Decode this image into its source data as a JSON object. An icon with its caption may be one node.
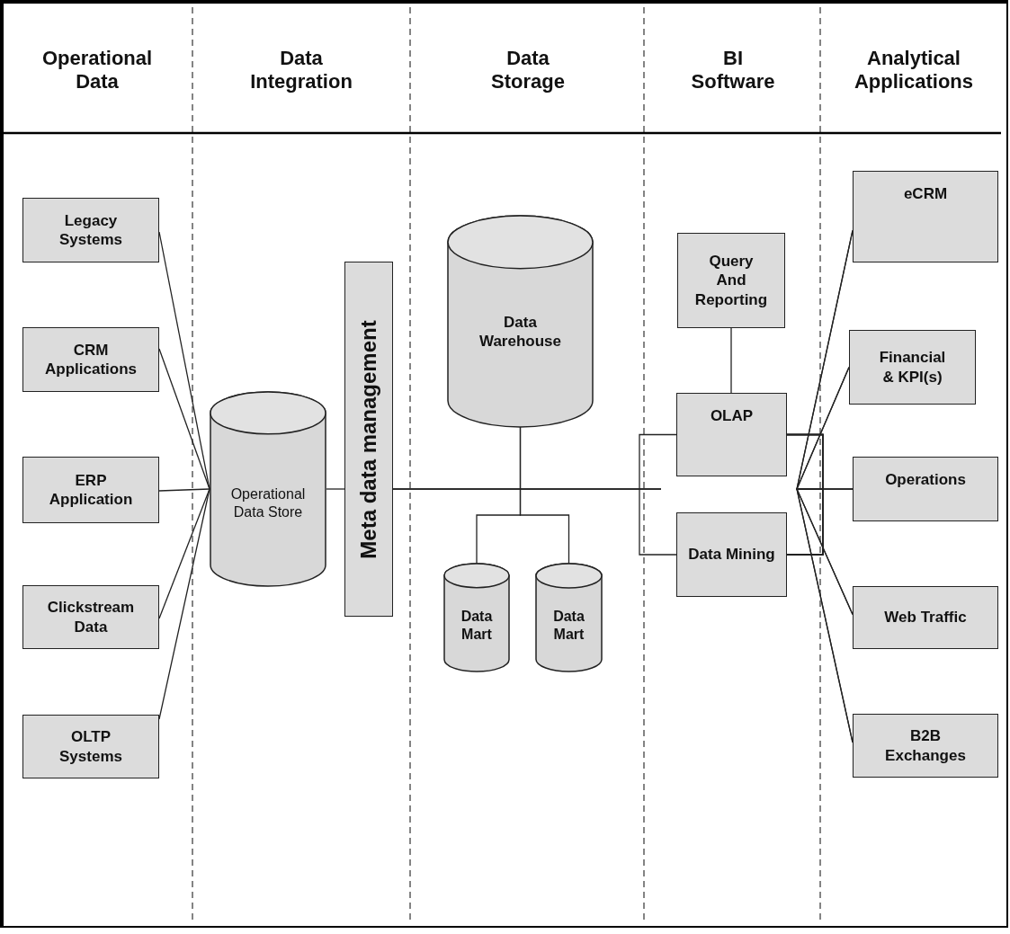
{
  "diagram": {
    "nodes": [
      {
        "text": [
          "Legacy Systems"
        ]
      },
      {
        "text": [
          "CRM Applications"
        ]
      },
      {
        "text": [
          "ERP Application"
        ]
      },
      {
        "text": [
          "Clickstream Data"
        ]
      },
      {
        "text": [
          "OLTP Systems"
        ]
      },
      {
        "text": [
          "Operational Data Store"
        ]
      },
      {
        "text": [
          "Meta data management"
        ]
      },
      {
        "text": [
          "Data Warehouse"
        ]
      },
      {
        "text": [
          "Data Mart"
        ]
      },
      {
        "text": [
          "Data Mart"
        ]
      },
      {
        "text": [
          "Query And Reporting"
        ]
      },
      {
        "text": [
          "OLAP"
        ]
      },
      {
        "text": [
          "Data Mining"
        ]
      },
      {
        "text": [
          "eCRM"
        ]
      },
      {
        "text": [
          "Financial & KPI(s)"
        ]
      },
      {
        "text": [
          "Operations"
        ]
      },
      {
        "text": [
          "Web Traffic"
        ]
      },
      {
        "text": [
          "B2B Exchanges"
        ]
      }
    ],
    "edges": [
      {
        "from": 0,
        "to": 5,
        "arrow": "none"
      },
      {
        "from": 1,
        "to": 5,
        "arrow": "none"
      },
      {
        "from": 2,
        "to": 5,
        "arrow": "none"
      },
      {
        "from": 3,
        "to": 5,
        "arrow": "none"
      },
      {
        "from": 4,
        "to": 5,
        "arrow": "none"
      },
      {
        "from": 5,
        "to": 6,
        "arrow": "none"
      },
      {
        "from": 6,
        "to": 11,
        "arrow": "none"
      },
      {
        "from": 6,
        "to": 12,
        "arrow": "none"
      },
      {
        "from": 7,
        "to": 8,
        "arrow": "none"
      },
      {
        "from": 7,
        "to": 9,
        "arrow": "none"
      },
      {
        "from": 10,
        "to": 11,
        "arrow": "none"
      },
      {
        "from": 11,
        "to": 13,
        "arrow": "none"
      },
      {
        "from": 11,
        "to": 14,
        "arrow": "none"
      },
      {
        "from": 11,
        "to": 15,
        "arrow": "none"
      },
      {
        "from": 11,
        "to": 16,
        "arrow": "none"
      },
      {
        "from": 11,
        "to": 17,
        "arrow": "none"
      },
      {
        "from": 12,
        "to": 13,
        "arrow": "none"
      },
      {
        "from": 12,
        "to": 14,
        "arrow": "none"
      },
      {
        "from": 12,
        "to": 15,
        "arrow": "none"
      },
      {
        "from": 12,
        "to": 16,
        "arrow": "none"
      },
      {
        "from": 12,
        "to": 17,
        "arrow": "none"
      }
    ],
    "labels": [
      "Operational Data",
      "Data Integration",
      "Data Storage",
      "BI Software",
      "Analytical Applications"
    ]
  }
}
